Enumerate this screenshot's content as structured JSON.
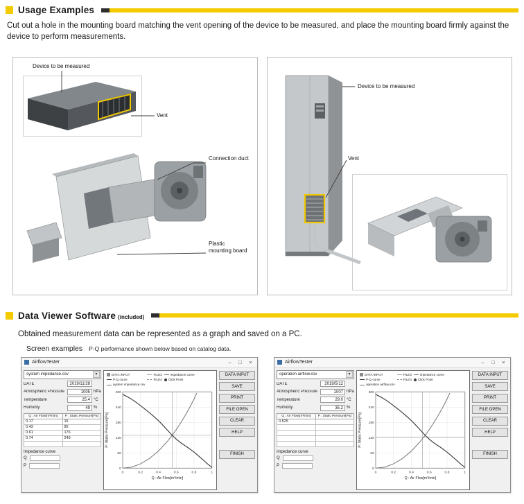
{
  "theme": {
    "accent": "#f3cb00",
    "vent_highlight": "#f0c800"
  },
  "usage": {
    "title": "Usage Examples",
    "intro": "Cut out a hole in the mounting board matching the vent opening of the device to be measured, and place the mounting board firmly against the device to perform measurements.",
    "left_figure": {
      "device_label": "Device to be measured",
      "vent_label": "Vent",
      "duct_label": "Connection duct",
      "board_label": "Plastic mounting board"
    },
    "right_figure": {
      "device_label": "Device to be measured",
      "vent_label": "Vent"
    }
  },
  "viewer": {
    "title": "Data Viewer Software",
    "included_note": "(included)",
    "intro": "Obtained measurement data can be represented as a graph and saved on a PC.",
    "screen_examples_label": "Screen examples",
    "screen_examples_note": "P-Q performance shown below based on catalog data.",
    "windows": [
      {
        "title": "AirflowTester",
        "controls": {
          "minimize": "–",
          "maximize": "□",
          "close": "×"
        },
        "file_select": "system impedance.csv",
        "fields": [
          {
            "label": "DATE",
            "value": "2019/11/28",
            "unit": ""
          },
          {
            "label": "Atmospheric Pressure",
            "value": "1005",
            "unit": "hPa"
          },
          {
            "label": "Temperature",
            "value": "25.4",
            "unit": "°C"
          },
          {
            "label": "Humidity",
            "value": "49",
            "unit": "%"
          }
        ],
        "table": {
          "headers": [
            "Q : Air Flow[m³/min]",
            "P : Static Pressure[Pa]"
          ],
          "rows": [
            [
              "0.17",
              "15"
            ],
            [
              "0.43",
              "85"
            ],
            [
              "0.61",
              "176"
            ],
            [
              "0.74",
              "249"
            ],
            [
              "",
              ""
            ]
          ]
        },
        "impedance": {
          "label": "Impedance curve",
          "q_label": "Q",
          "p_label": "P"
        },
        "buttons": [
          "DATA INPUT",
          "SAVE",
          "PRINT",
          "FILE OPEN",
          "CLEAR",
          "HELP"
        ],
        "finish_button": "FINISH",
        "graph": {
          "legend": [
            "DATA INPUT",
            "P-Q curve",
            "system impedance.csv",
            "FILE3",
            "FILE4",
            "impedance curve",
            "Click Point"
          ],
          "ylabel": "P: Static Pressure[Pa]",
          "xlabel": "Q : Air Flow[m³/min]",
          "yticks": [
            "300",
            "240",
            "180",
            "120",
            "60",
            "0"
          ],
          "xticks": [
            "0",
            "0.2",
            "0.4",
            "0.6",
            "0.8",
            "1"
          ],
          "pq_curve": [
            [
              0,
              290
            ],
            [
              0.05,
              281
            ],
            [
              0.1,
              271
            ],
            [
              0.15,
              259
            ],
            [
              0.2,
              246
            ],
            [
              0.25,
              232
            ],
            [
              0.3,
              218
            ],
            [
              0.35,
              203
            ],
            [
              0.4,
              187
            ],
            [
              0.45,
              169
            ],
            [
              0.5,
              150
            ],
            [
              0.55,
              131
            ],
            [
              0.6,
              114
            ],
            [
              0.65,
              100
            ],
            [
              0.7,
              88
            ],
            [
              0.75,
              76
            ],
            [
              0.8,
              63
            ],
            [
              0.85,
              48
            ],
            [
              0.9,
              33
            ],
            [
              0.95,
              17
            ],
            [
              1,
              3
            ]
          ],
          "impedance_curve": [
            [
              0,
              0
            ],
            [
              0.1,
              4
            ],
            [
              0.2,
              17
            ],
            [
              0.3,
              38
            ],
            [
              0.4,
              67
            ],
            [
              0.5,
              105
            ],
            [
              0.55,
              127
            ],
            [
              0.6,
              151
            ],
            [
              0.65,
              178
            ],
            [
              0.7,
              207
            ],
            [
              0.75,
              238
            ],
            [
              0.8,
              272
            ],
            [
              0.83,
              295
            ]
          ],
          "op_vline": [
            [
              0.555,
              0
            ],
            [
              0.555,
              300
            ]
          ],
          "op_hline": [
            [
              0,
              129
            ],
            [
              1,
              129
            ]
          ]
        }
      },
      {
        "title": "AirflowTester",
        "controls": {
          "minimize": "–",
          "maximize": "□",
          "close": "×"
        },
        "file_select": "operation airflow.csv",
        "fields": [
          {
            "label": "DATE",
            "value": "2019/5/12",
            "unit": ""
          },
          {
            "label": "Atmospheric Pressure",
            "value": "1007",
            "unit": "hPa"
          },
          {
            "label": "Temperature",
            "value": "29.0",
            "unit": "°C"
          },
          {
            "label": "Humidity",
            "value": "35.2",
            "unit": "%"
          }
        ],
        "table": {
          "headers": [
            "Q : Air Flow[m³/min]",
            "P : Static Pressure[Pa]"
          ],
          "rows": [
            [
              "0.525",
              ""
            ],
            [
              "",
              ""
            ],
            [
              "",
              ""
            ],
            [
              "",
              ""
            ],
            [
              "",
              ""
            ]
          ]
        },
        "impedance": {
          "label": "impedance curve",
          "q_label": "Q",
          "p_label": "P"
        },
        "buttons": [
          "DATA INPUT",
          "SAVE",
          "PRINT",
          "FILE OPEN",
          "CLEAR",
          "HELP"
        ],
        "finish_button": "FINISH",
        "graph": {
          "legend": [
            "DATA INPUT",
            "P-Q curve",
            "operation airflow.csv",
            "FILE3",
            "FILE4",
            "impedance curve",
            "Click Point"
          ],
          "ylabel": "P: Static Pressure[Pa]",
          "xlabel": "Q : Air Flow[m³/min]",
          "yticks": [
            "300",
            "240",
            "180",
            "120",
            "60",
            "0"
          ],
          "xticks": [
            "0",
            "0.2",
            "0.4",
            "0.6",
            "0.8",
            "1"
          ],
          "pq_curve": [
            [
              0,
              290
            ],
            [
              0.05,
              281
            ],
            [
              0.1,
              271
            ],
            [
              0.15,
              259
            ],
            [
              0.2,
              246
            ],
            [
              0.25,
              232
            ],
            [
              0.3,
              218
            ],
            [
              0.35,
              203
            ],
            [
              0.4,
              187
            ],
            [
              0.45,
              169
            ],
            [
              0.5,
              150
            ],
            [
              0.55,
              131
            ],
            [
              0.6,
              114
            ],
            [
              0.65,
              100
            ],
            [
              0.7,
              88
            ],
            [
              0.75,
              76
            ],
            [
              0.8,
              63
            ],
            [
              0.85,
              48
            ],
            [
              0.9,
              33
            ],
            [
              0.95,
              17
            ],
            [
              1,
              3
            ]
          ],
          "impedance_curve": [
            [
              0,
              0
            ],
            [
              0.1,
              4
            ],
            [
              0.2,
              17
            ],
            [
              0.3,
              38
            ],
            [
              0.4,
              67
            ],
            [
              0.5,
              105
            ],
            [
              0.55,
              127
            ],
            [
              0.6,
              151
            ],
            [
              0.65,
              178
            ],
            [
              0.7,
              207
            ],
            [
              0.75,
              238
            ],
            [
              0.8,
              272
            ],
            [
              0.83,
              295
            ]
          ],
          "op_vline": [
            [
              0.525,
              0
            ],
            [
              0.525,
              300
            ]
          ],
          "op_hline": [
            [
              0,
              122
            ],
            [
              1,
              122
            ]
          ]
        }
      }
    ]
  }
}
